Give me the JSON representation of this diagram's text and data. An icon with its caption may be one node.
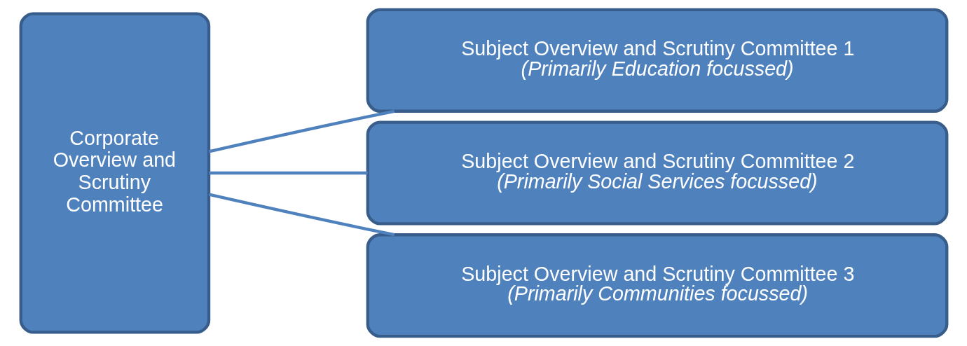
{
  "diagram": {
    "nodes": [
      {
        "text": [
          "Corporate Overview and Scrutiny Committee"
        ]
      },
      {
        "text": [
          "Subject Overview and Scrutiny Committee 1",
          "(Primarily Education focussed)"
        ]
      },
      {
        "text": [
          "Subject Overview and Scrutiny Committee 2",
          "(Primarily Social Services focussed)"
        ]
      },
      {
        "text": [
          "Subject Overview and Scrutiny Committee 3",
          "(Primarily Communities focussed)"
        ]
      }
    ],
    "edges": [
      {
        "from": 0,
        "to": 1,
        "arrow": "none"
      },
      {
        "from": 0,
        "to": 2,
        "arrow": "none"
      },
      {
        "from": 0,
        "to": 3,
        "arrow": "none"
      }
    ]
  }
}
